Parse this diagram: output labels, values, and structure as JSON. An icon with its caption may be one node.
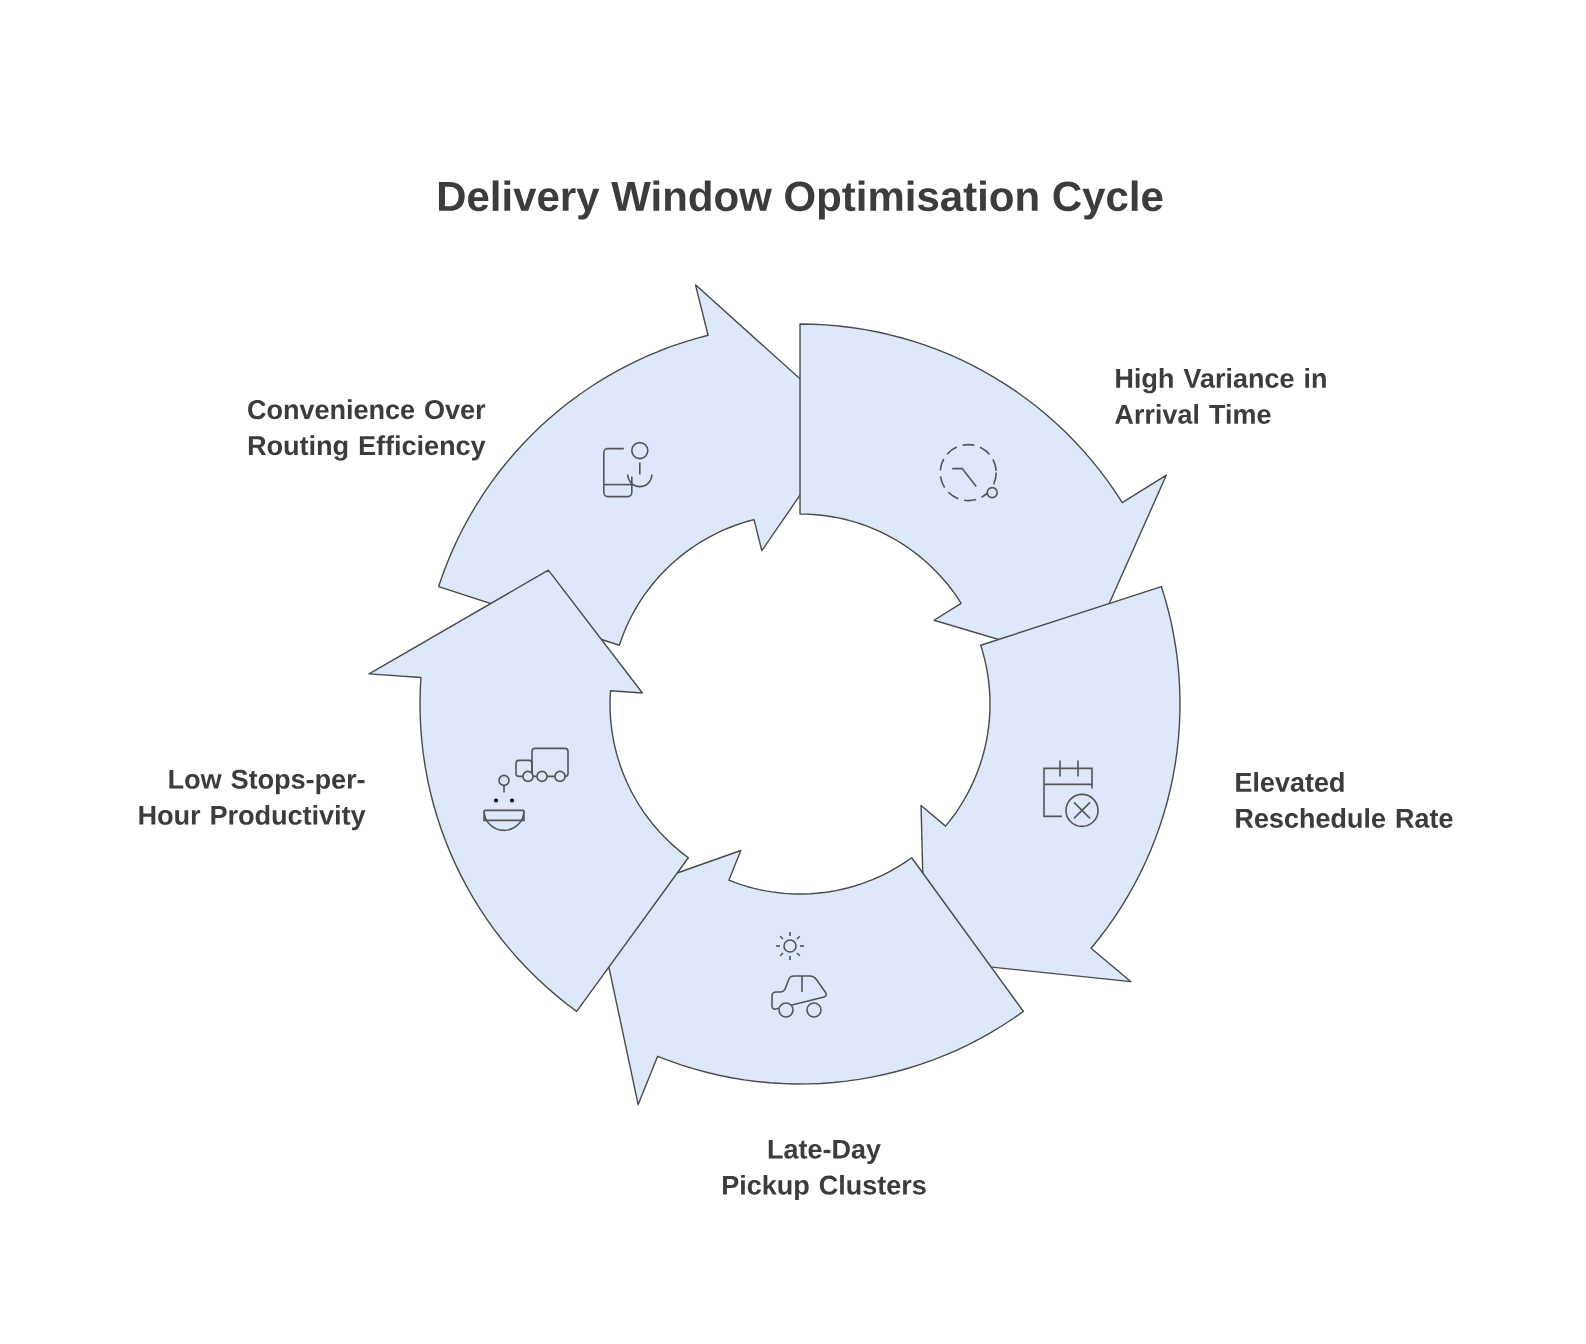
{
  "diagram": {
    "title": "Delivery Window Optimisation Cycle",
    "nodes": [
      {
        "text": [
          "Convenience Over Routing Efficiency"
        ]
      },
      {
        "text": [
          "High Variance in Arrival Time"
        ]
      },
      {
        "text": [
          "Elevated Reschedule Rate"
        ]
      },
      {
        "text": [
          "Late-Day Pickup Clusters"
        ]
      },
      {
        "text": [
          "Low Stops-per-Hour Productivity"
        ]
      }
    ]
  }
}
